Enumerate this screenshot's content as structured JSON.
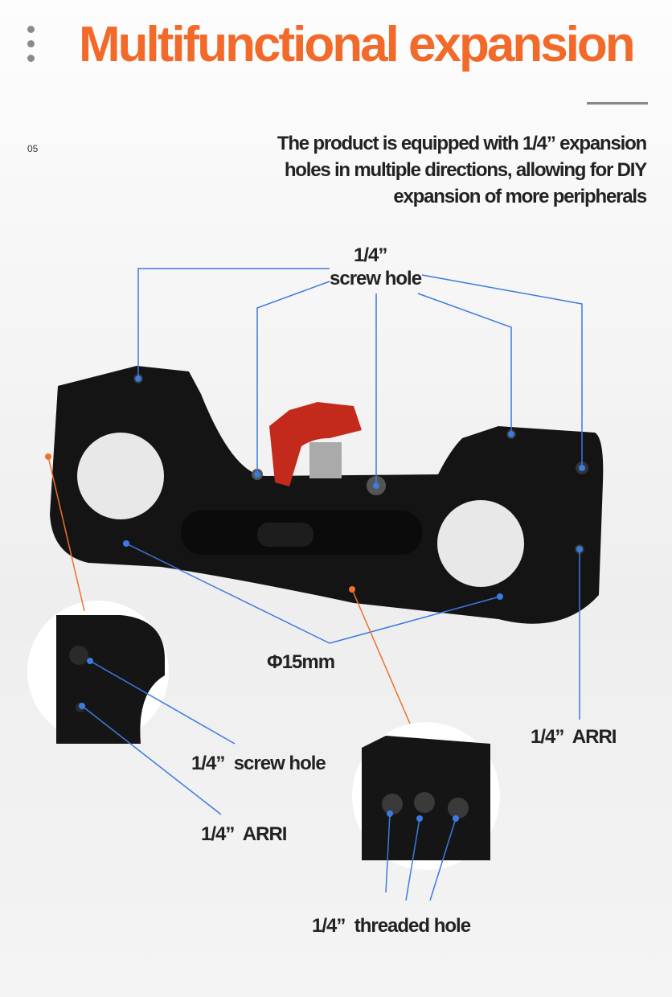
{
  "header": {
    "title": "Multifunctional expansion",
    "section_number": "05",
    "menu_icon": "vertical-dots-icon"
  },
  "description": "The product is equipped with 1/4” expansion holes in multiple directions, allowing for DIY expansion of more peripherals",
  "labels": {
    "top_screw_hole_line1": "1/4”",
    "top_screw_hole_line2": "screw hole",
    "diameter": "Φ15mm",
    "right_arri": "1/4”  ARRI",
    "inset_screw_hole": "1/4”  screw hole",
    "inset_arri": "1/4”  ARRI",
    "threaded_hole": "1/4”  threaded hole"
  },
  "colors": {
    "accent": "#f26a2a",
    "leader_blue": "#3b7be0",
    "leader_orange": "#f0702a",
    "product": "#141414",
    "knob": "#c42a1c"
  }
}
